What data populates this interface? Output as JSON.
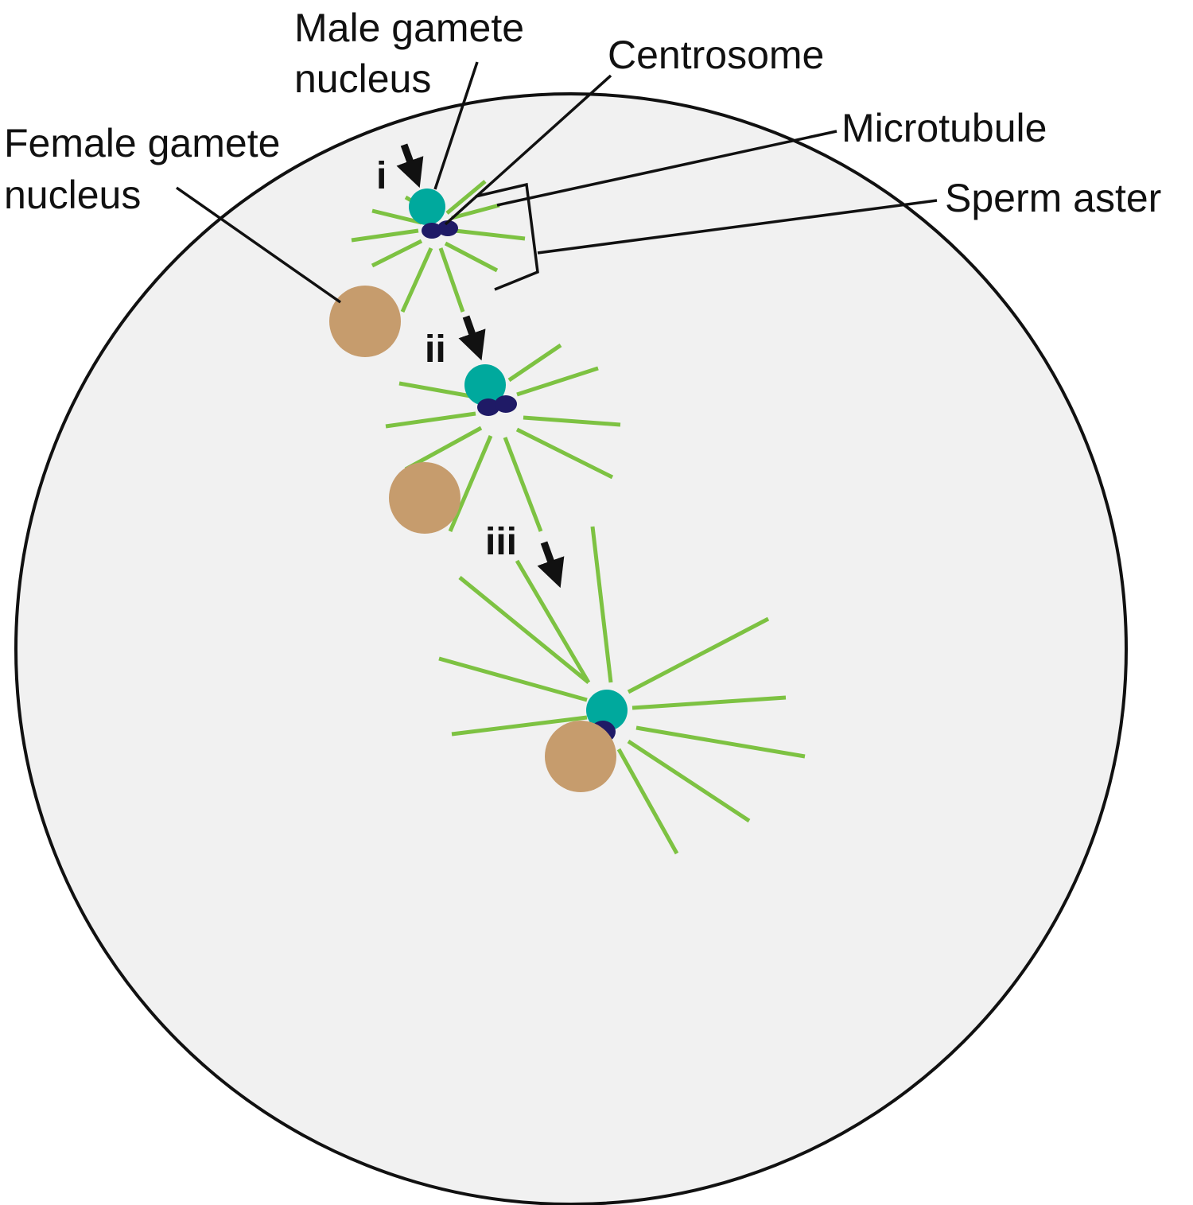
{
  "labels": {
    "male_nucleus": [
      "Male gamete",
      "nucleus"
    ],
    "female_nucleus": [
      "Female gamete",
      "nucleus"
    ],
    "centrosome": "Centrosome",
    "microtubule": "Microtubule",
    "sperm_aster": "Sperm aster"
  },
  "stages": [
    "i",
    "ii",
    "iii"
  ],
  "colors": {
    "cytoplasm": "#f1f1f1",
    "cell_outline": "#111111",
    "microtubule": "#7dc242",
    "male_nucleus": "#00a99d",
    "centrosome": "#1f1a66",
    "female_nucleus": "#c69c6d",
    "arrow": "#111111"
  },
  "icons": [
    "arrow-down-icon"
  ]
}
